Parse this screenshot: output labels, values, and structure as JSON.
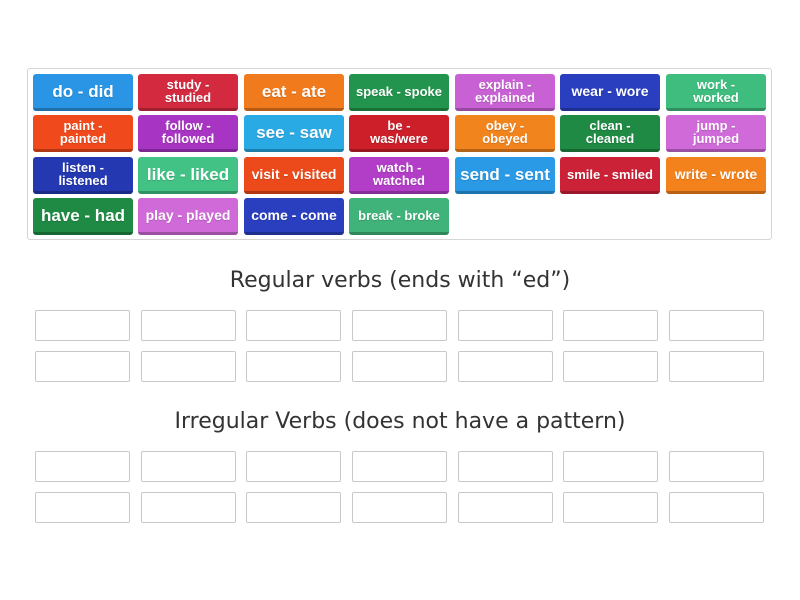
{
  "tiles": [
    {
      "label": "do - did",
      "color": "#2a95e5",
      "size": "lg"
    },
    {
      "label": "study -\nstudied",
      "color": "#d42a40",
      "size": "sm"
    },
    {
      "label": "eat - ate",
      "color": "#f07a1c",
      "size": "lg"
    },
    {
      "label": "speak - spoke",
      "color": "#23944d",
      "size": "sm"
    },
    {
      "label": "explain -\nexplained",
      "color": "#c862d4",
      "size": "sm"
    },
    {
      "label": "wear - wore",
      "color": "#2a3fc0",
      "size": "md"
    },
    {
      "label": "work -\nworked",
      "color": "#3fbd7e",
      "size": "sm"
    },
    {
      "label": "paint -\npainted",
      "color": "#f04a1c",
      "size": "sm"
    },
    {
      "label": "follow -\nfollowed",
      "color": "#a834c4",
      "size": "sm"
    },
    {
      "label": "see - saw",
      "color": "#2aaae5",
      "size": "lg"
    },
    {
      "label": "be -\nwas/were",
      "color": "#cc1f2a",
      "size": "sm"
    },
    {
      "label": "obey -\nobeyed",
      "color": "#f2841e",
      "size": "sm"
    },
    {
      "label": "clean -\ncleaned",
      "color": "#1f8a44",
      "size": "sm"
    },
    {
      "label": "jump -\njumped",
      "color": "#cf6ad8",
      "size": "sm"
    },
    {
      "label": "listen -\nlistened",
      "color": "#2438b2",
      "size": "sm"
    },
    {
      "label": "like - liked",
      "color": "#43c286",
      "size": "lg"
    },
    {
      "label": "visit - visited",
      "color": "#ec4a1a",
      "size": "md"
    },
    {
      "label": "watch -\nwatched",
      "color": "#b23ec8",
      "size": "sm"
    },
    {
      "label": "send - sent",
      "color": "#2a9ae6",
      "size": "lg"
    },
    {
      "label": "smile - smiled",
      "color": "#cc2238",
      "size": "sm"
    },
    {
      "label": "write - wrote",
      "color": "#f3821c",
      "size": "md"
    },
    {
      "label": "have - had",
      "color": "#1f8a44",
      "size": "lg"
    },
    {
      "label": "play - played",
      "color": "#cf6ad8",
      "size": "md"
    },
    {
      "label": "come - come",
      "color": "#2a3fc0",
      "size": "md"
    },
    {
      "label": "break - broke",
      "color": "#40b37a",
      "size": "sm"
    }
  ],
  "groups": [
    {
      "title": "Regular verbs (ends with “ed”)"
    },
    {
      "title": "Irregular Verbs (does not have a pattern)"
    }
  ]
}
